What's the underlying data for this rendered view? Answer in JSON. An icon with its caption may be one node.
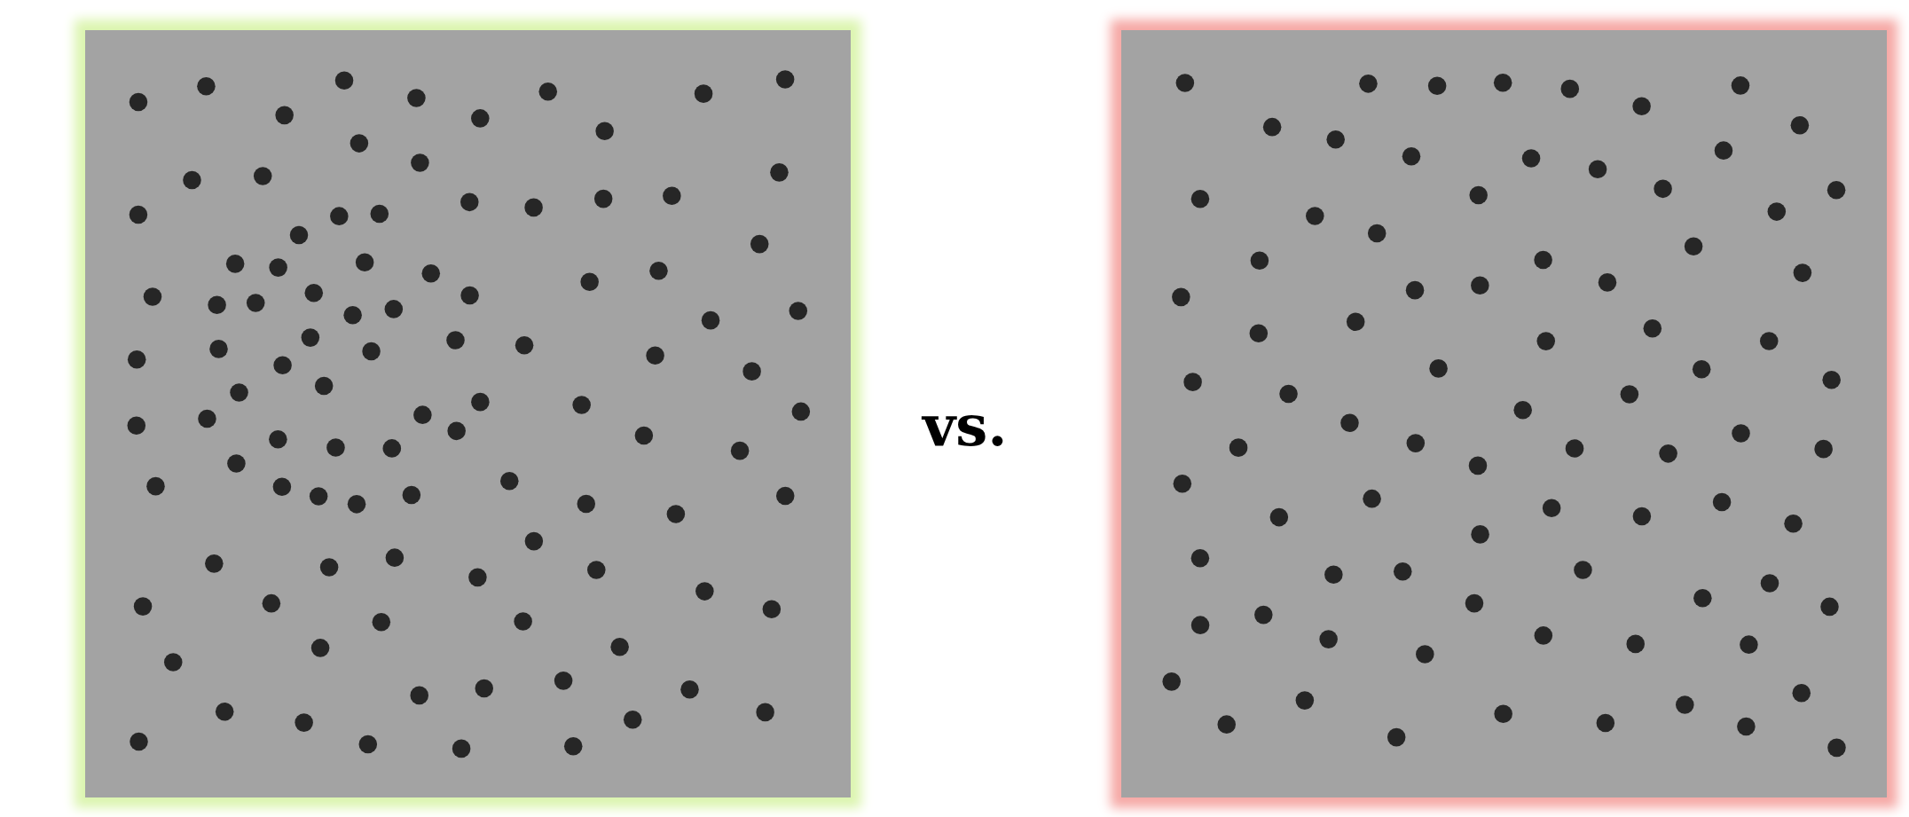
{
  "diagram": {
    "nodes": [
      {
        "text": [],
        "shape": "box"
      },
      {
        "text": [],
        "shape": "box"
      }
    ],
    "labels": [
      "vs."
    ]
  }
}
